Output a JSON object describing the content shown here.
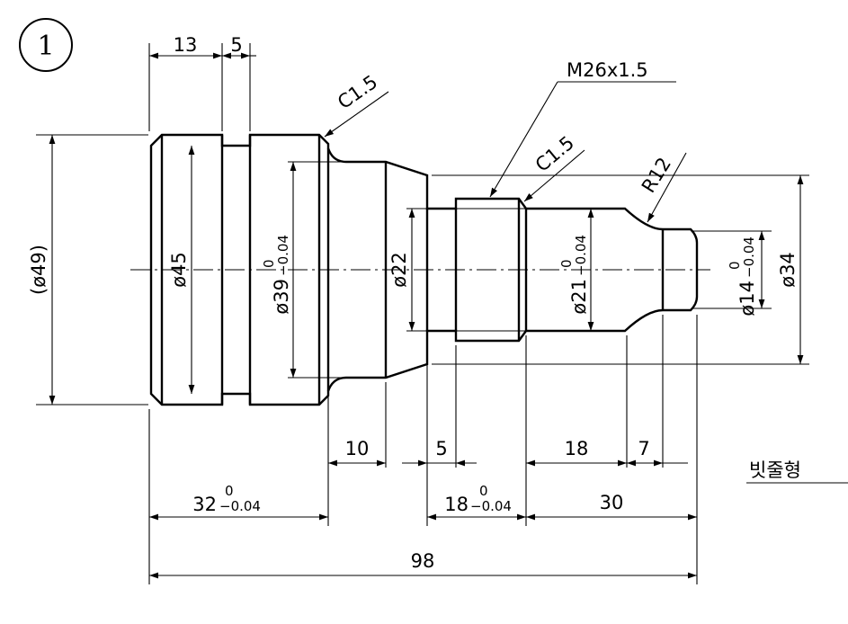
{
  "drawing": {
    "item_number": "1",
    "colors": {
      "line": "#000000",
      "background": "#ffffff"
    },
    "dimensions": {
      "d13": "13",
      "d5_top": "5",
      "d10": "10",
      "d5_bottom": "5",
      "d18": "18",
      "d7": "7",
      "d30": "30",
      "d98": "98",
      "d32": "32",
      "d32_upper": "0",
      "d32_lower": "−0.04",
      "d18_tol": "18",
      "d18_upper": "0",
      "d18_lower": "−0.04"
    },
    "diameters": {
      "phi49": "(ø49)",
      "phi45": "ø45",
      "phi39": "ø39",
      "phi39_upper": "0",
      "phi39_lower": "−0.04",
      "phi22": "ø22",
      "phi21": "ø21",
      "phi21_upper": "0",
      "phi21_lower": "−0.04",
      "phi14": "ø14",
      "phi14_upper": "0",
      "phi14_lower": "−0.04",
      "phi34": "ø34"
    },
    "callouts": {
      "thread": "M26x1.5",
      "chamfer_1": "C1.5",
      "chamfer_2": "C1.5",
      "radius": "R12"
    },
    "side_note": "빗줄형 "
  }
}
